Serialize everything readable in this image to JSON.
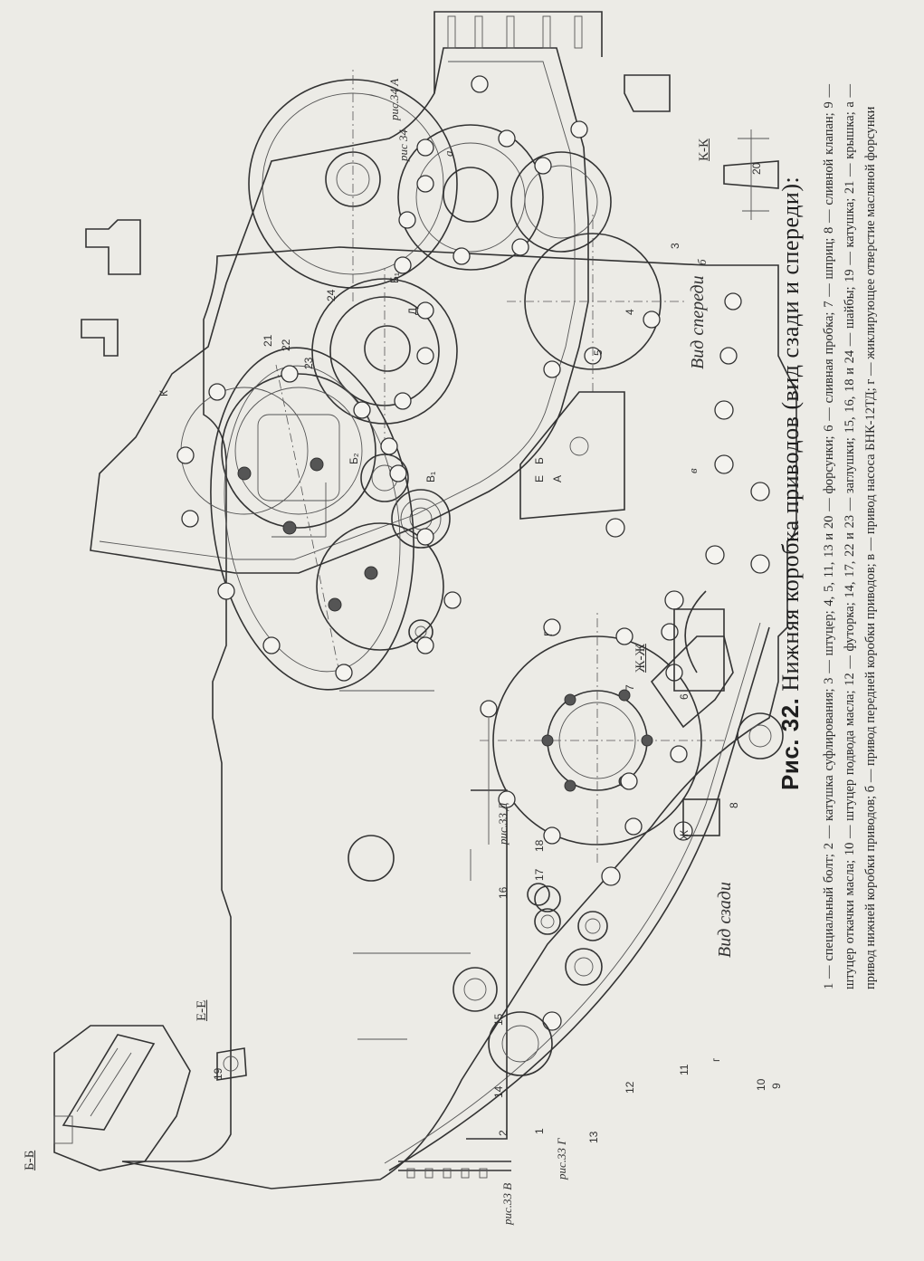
{
  "figure": {
    "number_label": "Рис. 32.",
    "title": "Нижняя коробка приводов (вид сзади и спереди):",
    "legend": "1 — специальный болт; 2 — катушка суфлирования; 3 — штуцер; 4, 5, 11, 13 и 20 — форсунки; 6 — сливная пробка; 7 — шприц; 8 — сливной клапан; 9 — штуцер откачки масла; 10 — штуцер подвода масла; 12 — футорка; 14, 17, 22 и 23 — заглушки; 15, 16, 18 и 24 — шайбы; 19 — катушка; 21 — крышка; а — привод нижней коробки приводов; б — привод передней коробки приводов; в — привод насоса БНК-12ТД; г — жиклирующее отверстие масляной форсунки"
  },
  "views": {
    "rear": "Вид сзади",
    "front": "Вид спереди"
  },
  "sections": {
    "bb": "Б-Б",
    "ee": "Е-Е",
    "kk": "К-К",
    "zhzh": "Ж-Ж"
  },
  "rear_labels": {
    "n1": "1",
    "n2": "2",
    "n3": "3",
    "n4": "4",
    "n5": "5",
    "n7": "7",
    "n8": "8",
    "n9": "9",
    "n10": "10",
    "n11": "11",
    "n12": "12",
    "n13": "13",
    "n14": "14",
    "n15": "15",
    "n16": "16",
    "n17": "17",
    "n18": "18",
    "n19": "19",
    "ris34a": "рис.34 А",
    "ris34": "рис 34",
    "ris33d": "рис.33 Д",
    "ris33v": "рис.33 В",
    "ris33g": "рис.33 Г",
    "b1": "Б₁",
    "b2": "Б₂",
    "v1": "В₁",
    "d": "Д",
    "g": "Г",
    "e": "Е",
    "a": "А",
    "zh": "Ж",
    "b": "Б",
    "gsmall": "г"
  },
  "front_labels": {
    "n20": "20",
    "n21": "21",
    "n22": "22",
    "n23": "23",
    "n24": "24",
    "n6": "6",
    "k": "К",
    "a": "а",
    "b": "б",
    "v": "в"
  }
}
